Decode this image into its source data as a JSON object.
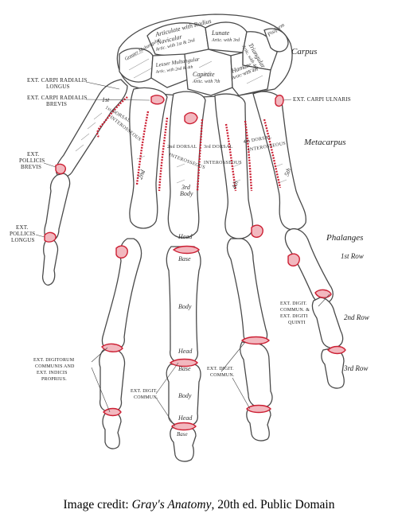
{
  "labels": {
    "articulate_radius": "Articulate with Radius",
    "navicular": "Navicular",
    "navicular_sub": "Artic. with 1st & 2nd",
    "lunate": "Lunate",
    "lunate_sub": "Artic. with 3rd",
    "triangular": "Triangular",
    "triangular_sub": "Artic. with 4th",
    "pisiform": "Pisiform",
    "carpus": "Carpus",
    "lesser_multangular": "Lesser Multangular",
    "lesser_multangular_sub": "Artic. with 2nd & 4th",
    "greater_multangular": "Greater Multangular",
    "capitate": "Capitate",
    "capitate_sub": "Artic. with 7th",
    "hamate": "Hamate",
    "hamate_sub": "Artic. with 4th",
    "ecrl_1": "EXT. CARPI RADIALIS",
    "ecrl_2": "LONGUS",
    "ecrb_1": "EXT. CARPI RADIALIS",
    "ecrb_2": "BREVIS",
    "ecu": "EXT. CARPI ULNARIS",
    "metacarpus": "Metacarpus",
    "epb_1": "EXT.",
    "epb_2": "POLLICIS",
    "epb_3": "BREVIS",
    "epl_1": "EXT.",
    "epl_2": "POLLICIS",
    "epl_3": "LONGUS",
    "phalanges": "Phalanges",
    "row1": "1st Row",
    "row2": "2nd Row",
    "row3": "3rd Row",
    "edcq_1": "EXT. DIGIT.",
    "edcq_2": "COMMUN. &",
    "edcq_3": "EXT. DIGITI",
    "edcq_4": "QUINTI",
    "edc_ind_1": "EXT. DIGITORUM",
    "edc_ind_2": "COMMUNIS AND",
    "edc_ind_3": "EXT. INDICIS",
    "edc_ind_4": "PROPRIUS.",
    "edc_mid_1": "EXT. DIGIT.",
    "edc_mid_2": "COMMUN.",
    "edc_ring_1": "EXT. DIGIT.",
    "edc_ring_2": "COMMUN.",
    "dorsal_1": "1st DORSAL",
    "interosseous_1": "INTEROSSEOUS",
    "dorsal_2": "2nd DORSAL",
    "interosseous_2": "INTEROSSEOUS",
    "dorsal_3": "3rd DORSAL",
    "interosseous_3": "INTEROSSEOUS",
    "dorsal_4": "4th DORSAL",
    "interosseous_4": "INTEROSSEOUS",
    "mc_1": "1st",
    "mc_2": "2nd",
    "mc_3": "3rd",
    "mc_3_body": "Body",
    "mc_4": "4th",
    "mc_5": "5th",
    "head_mc": "Head",
    "base_p1": "Base",
    "body_p1": "Body",
    "head_p1": "Head",
    "base_p2": "Base",
    "body_p2": "Body",
    "head_p2": "Head",
    "base_p3": "Base"
  },
  "caption": {
    "prefix": "Image credit: ",
    "source": "Gray's Anatomy",
    "suffix": ", 20th ed. Public Domain"
  },
  "colors": {
    "insertion_red": "#cc1f33",
    "insertion_fill": "#f2b8bf",
    "bone_outline": "#4a4a4a"
  }
}
